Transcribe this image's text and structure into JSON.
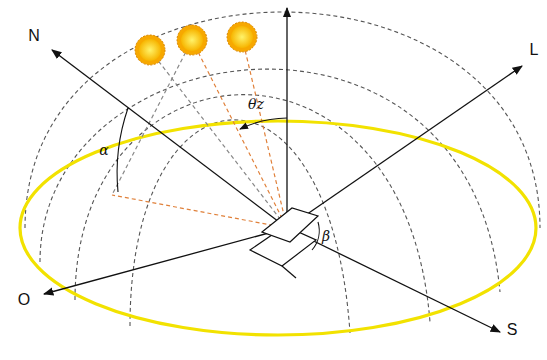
{
  "diagram": {
    "labels": [
      "N",
      "L",
      "O",
      "S",
      "θz",
      "α",
      "β"
    ]
  }
}
